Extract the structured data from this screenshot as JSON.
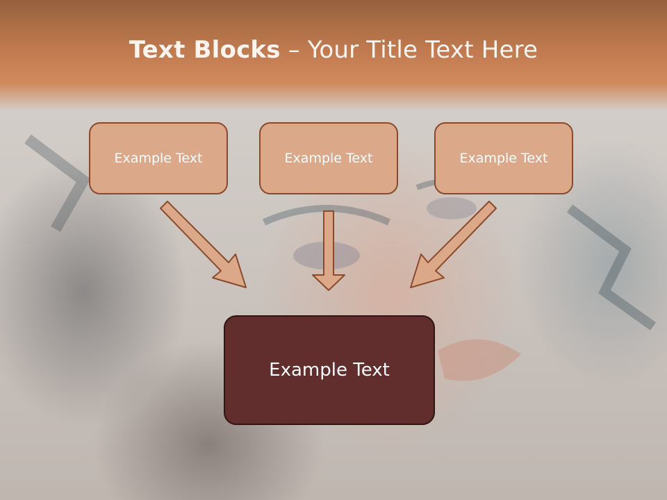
{
  "slide": {
    "title_bold": "Text Blocks",
    "title_dash": " – ",
    "title_rest": "Your Title Text Here"
  },
  "diagram": {
    "top_boxes": [
      "Example Text",
      "Example Text",
      "Example Text"
    ],
    "bottom_box": "Example Text"
  },
  "colors": {
    "title_band": "#c17a4f",
    "top_box_fill": "#dba88a",
    "top_box_border": "#8a4a2a",
    "bottom_box_fill": "#622d2d",
    "arrow_fill": "#dba88a"
  }
}
